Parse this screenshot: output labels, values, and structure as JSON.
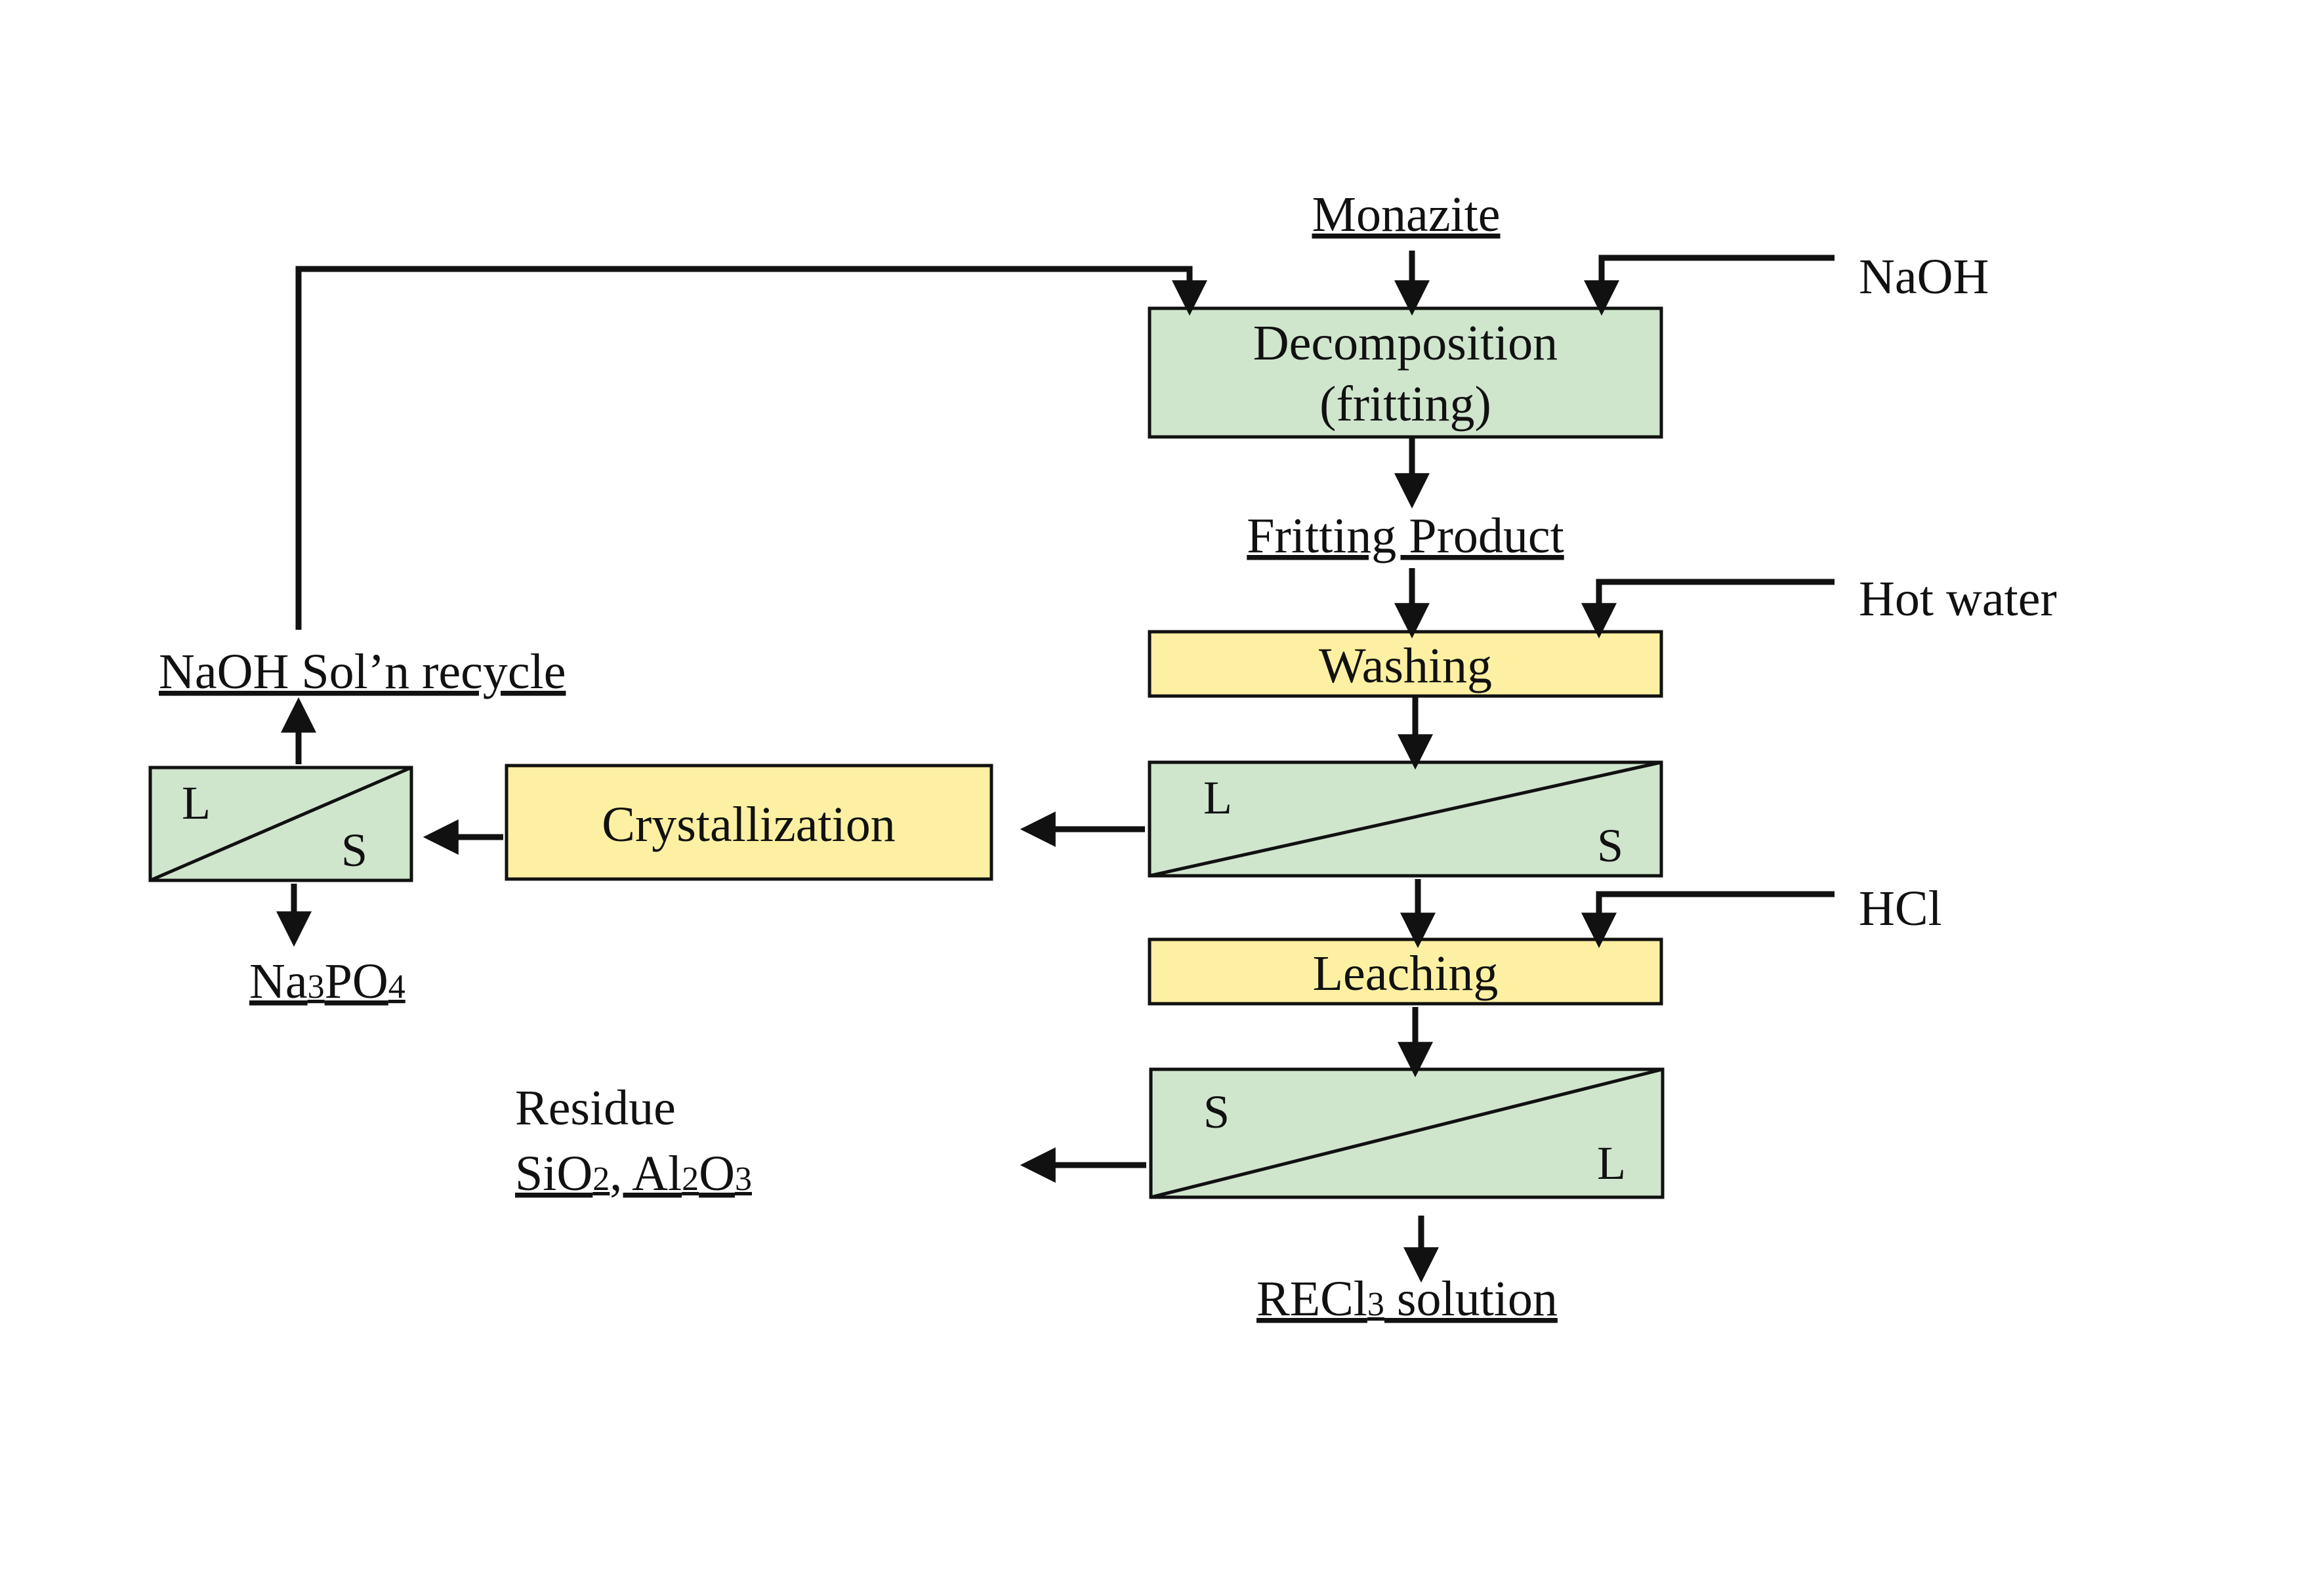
{
  "colors": {
    "green_box": "#cfe6cd",
    "yellow_box": "#fdf0a2",
    "line": "#111111"
  },
  "inputs": {
    "monazite": "Monazite",
    "naoh": "NaOH",
    "hot_water": "Hot water",
    "hcl": "HCl"
  },
  "process": {
    "decomposition_line1": "Decomposition",
    "decomposition_line2": "(fritting)",
    "fritting_product": "Fritting Product",
    "washing": "Washing",
    "leaching": "Leaching",
    "crystallization": "Crystallization"
  },
  "separators": {
    "wash": {
      "top": "L",
      "bottom": "S"
    },
    "leach": {
      "top": "S",
      "bottom": "L"
    },
    "cryst": {
      "top": "L",
      "bottom": "S"
    }
  },
  "outputs": {
    "naoh_recycle": "NaOH Sol’n recycle",
    "na3po4": {
      "a": "Na",
      "b": "3",
      "c": "PO",
      "d": "4"
    },
    "residue": "Residue",
    "residue_comp": {
      "a": "SiO",
      "b": "2",
      "c": ", Al",
      "d": "2",
      "e": "O",
      "f": "3"
    },
    "recl3": {
      "a": "RECl",
      "b": "3",
      "c": " solution"
    }
  }
}
